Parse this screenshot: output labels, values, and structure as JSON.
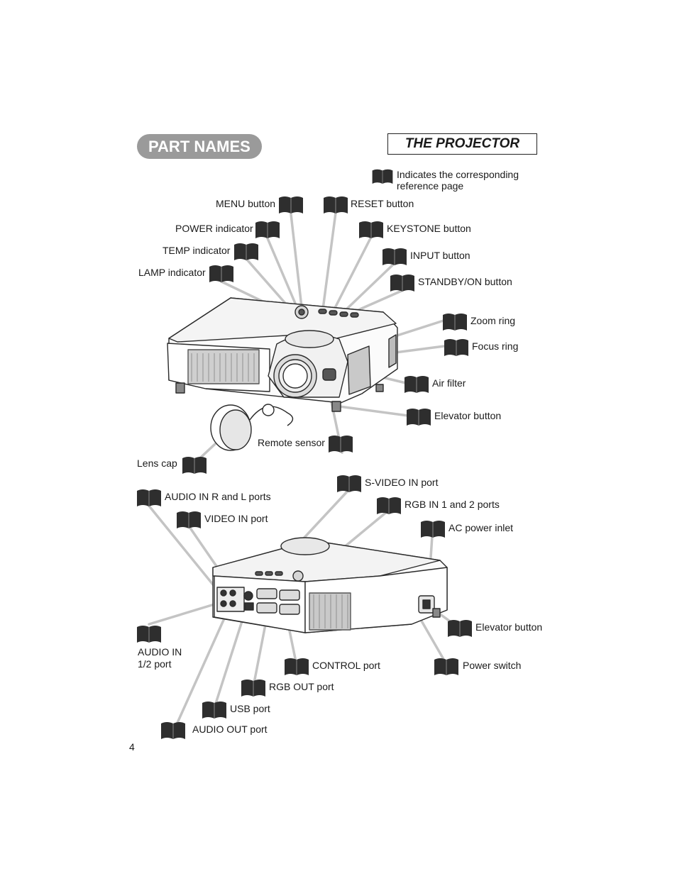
{
  "header": {
    "section_title": "PART NAMES",
    "subsection_title": "THE PROJECTOR"
  },
  "legend": {
    "text_line1": "Indicates the corresponding",
    "text_line2": "reference page"
  },
  "top_view": {
    "menu_button": "MENU button",
    "reset_button": "RESET button",
    "power_indicator": "POWER indicator",
    "keystone_button": "KEYSTONE button",
    "temp_indicator": "TEMP indicator",
    "input_button": "INPUT button",
    "lamp_indicator": "LAMP indicator",
    "standby_button": "STANDBY/ON button",
    "zoom_ring": "Zoom ring",
    "focus_ring": "Focus ring",
    "air_filter": "Air filter",
    "elevator_button": "Elevator button",
    "remote_sensor": "Remote sensor",
    "lens_cap": "Lens cap"
  },
  "rear_view": {
    "s_video_in": "S-VIDEO IN port",
    "audio_in_rl": "AUDIO IN R and L ports",
    "rgb_in": "RGB IN 1 and 2 ports",
    "video_in": "VIDEO IN port",
    "ac_power_inlet": "AC power inlet",
    "elevator_button": "Elevator button",
    "audio_in_12_line1": "AUDIO IN",
    "audio_in_12_line2": "1/2 port",
    "control_port": "CONTROL port",
    "power_switch": "Power switch",
    "rgb_out": "RGB OUT port",
    "usb_port": "USB port",
    "audio_out": "AUDIO OUT port"
  },
  "footer": {
    "page_number": "4"
  },
  "icons": {
    "reference": "book-icon"
  }
}
